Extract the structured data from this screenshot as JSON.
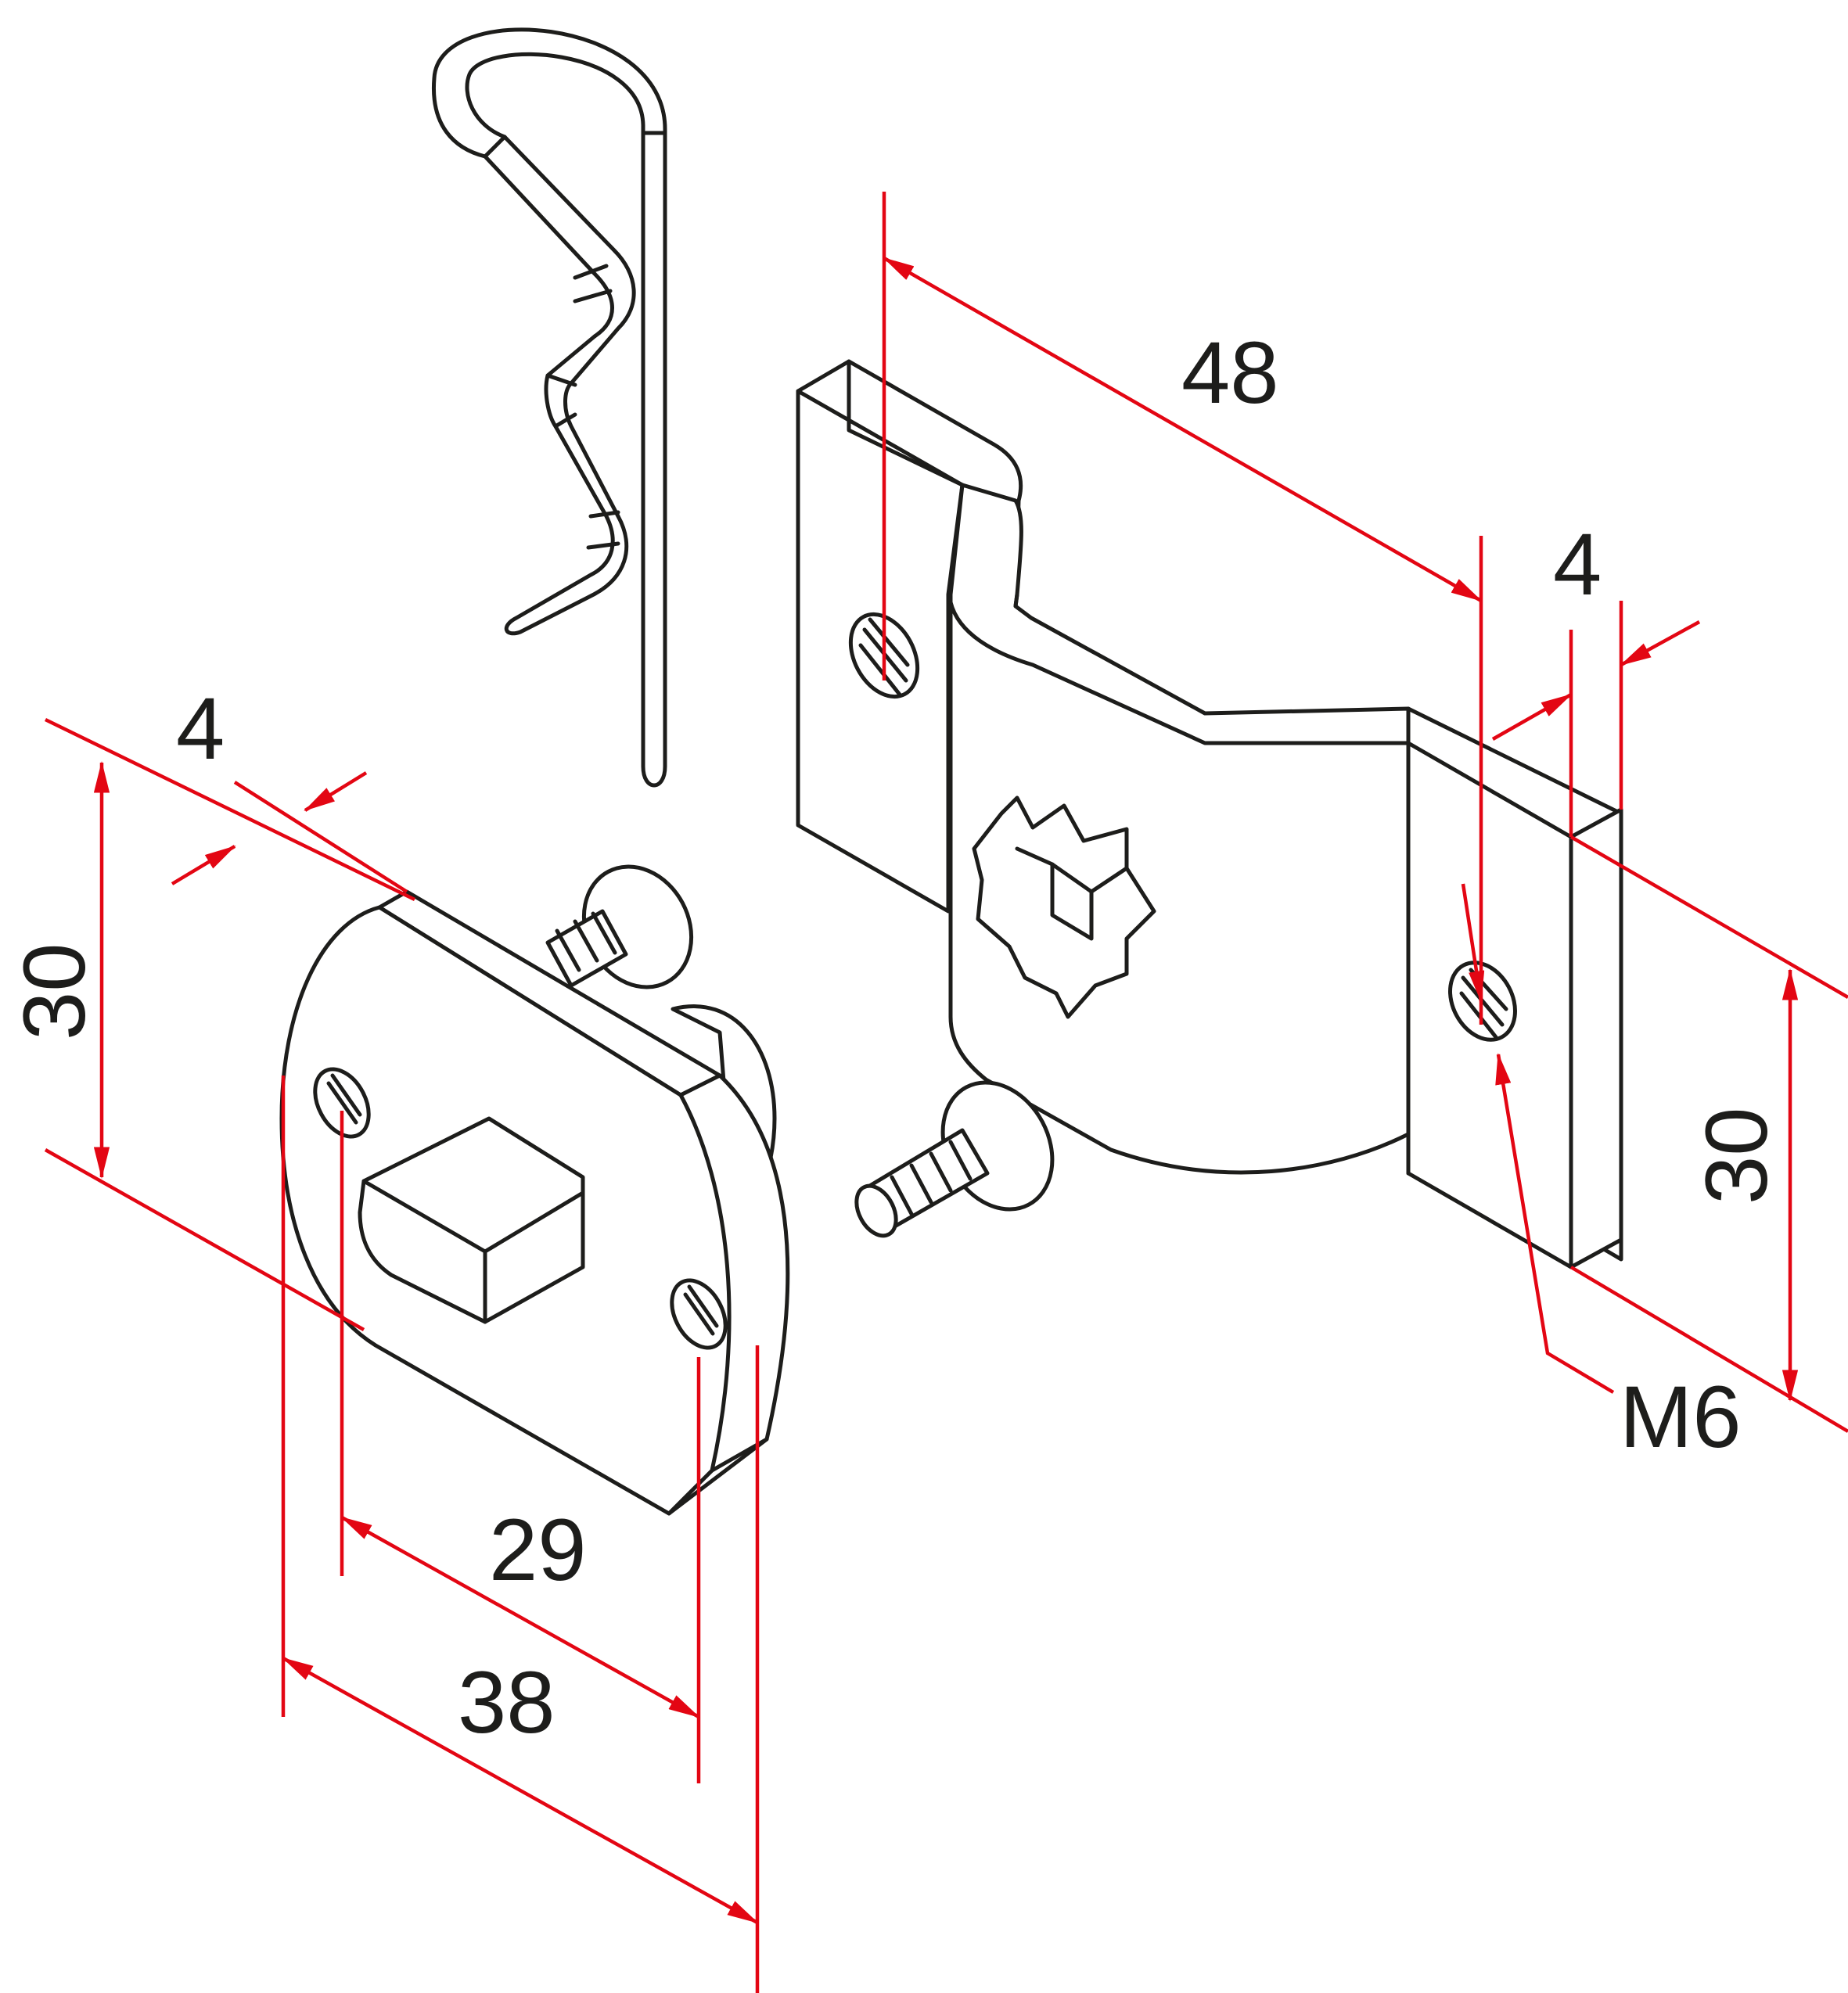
{
  "colors": {
    "outline": "#1d1d1b",
    "dimension": "#e30613",
    "background": "#ffffff"
  },
  "dimensions": {
    "plate_thickness": "4",
    "plate_height": "30",
    "hole_spacing": "29",
    "plate_width": "38",
    "bracket_length": "48",
    "bracket_thickness": "4",
    "bracket_height": "30",
    "thread_size": "M6"
  }
}
